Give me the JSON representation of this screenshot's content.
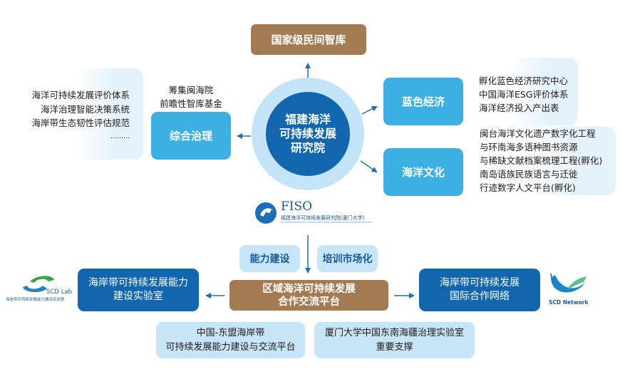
{
  "title_node": "国家级民间智库",
  "center": {
    "lines": [
      "福建海洋",
      "可持续发展",
      "研究院"
    ]
  },
  "fund_note": [
    "筹集闽海院",
    "前瞻性智库基金"
  ],
  "branches": {
    "governance": {
      "label": "综合治理",
      "items": [
        "海洋可持续发展评价体系",
        "海洋治理智能决策系统",
        "海岸带生态韧性评估规范",
        "………"
      ]
    },
    "blue_economy": {
      "label": "蓝色经济",
      "items": [
        "孵化蓝色经济研究中心",
        "中国海洋ESG评价体系",
        "海洋经济投入产出表"
      ]
    },
    "ocean_culture": {
      "label": "海洋文化",
      "items": [
        "闽台海洋文化遗产数字化工程",
        "与环南海多语种图书资源",
        "与稀缺文献档案梳理工程(孵化)",
        "南岛语族民族语言与迁徙",
        "行迹数字人文平台(孵化)"
      ]
    }
  },
  "logo_fiso": {
    "name": "FISO",
    "subtitle": "福建海洋可持续发展研究院(厦门大学)"
  },
  "tags": {
    "capacity": "能力建设",
    "training": "培训市场化"
  },
  "platform": {
    "lines": [
      "区域海洋可持续发展",
      "合作交流平台"
    ]
  },
  "left_lab": {
    "lines": [
      "海岸带可持续发展能力",
      "建设实验室"
    ]
  },
  "right_network": {
    "lines": [
      "海岸带可持续发展",
      "国际合作网络"
    ]
  },
  "logo_scd_lab": {
    "name": "SCD Lab",
    "subtitle": "海岸带可持续发展能力建设实验室"
  },
  "logo_scd_network": {
    "name": "SCD Network"
  },
  "supports": {
    "asean": [
      "中国-东盟海岸带",
      "可持续发展能力建设与交流平台"
    ],
    "xmu_lab": [
      "厦门大学中国东南海疆治理实验室",
      "重要支撑"
    ]
  },
  "colors": {
    "brown": "#a47a52",
    "sky": "#3db0e3",
    "navy": "#1166ae",
    "pale": "#c6e6f7",
    "ring": "#c3e4f6",
    "arrow": "#1e6fb3"
  }
}
